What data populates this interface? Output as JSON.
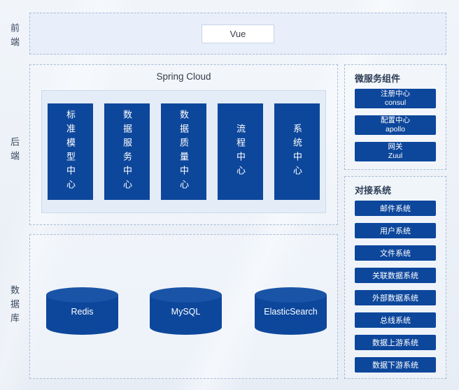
{
  "diagram": {
    "layers": {
      "frontend": "前端",
      "backend": "后端",
      "database": "数据库"
    },
    "frontend": {
      "framework": "Vue"
    },
    "backend": {
      "title": "Spring Cloud",
      "centers": [
        "标准模型中心",
        "数据服务中心",
        "数据质量中心",
        "流程中心",
        "系统中心"
      ]
    },
    "microservices": {
      "title": "微服务组件",
      "items": [
        {
          "name": "注册中心",
          "tech": "consul"
        },
        {
          "name": "配置中心",
          "tech": "apollo"
        },
        {
          "name": "网关",
          "tech": "Zuul"
        }
      ]
    },
    "integrations": {
      "title": "对接系统",
      "items": [
        "邮件系统",
        "用户系统",
        "文件系统",
        "关联数据系统",
        "外部数据系统",
        "总线系统",
        "数据上游系统",
        "数据下游系统"
      ]
    },
    "databases": [
      "Redis",
      "MySQL",
      "ElasticSearch"
    ],
    "colors": {
      "primary": "#0d479c",
      "panel_fill": "#e9effa",
      "dashed_border": "#a6bbda"
    }
  }
}
